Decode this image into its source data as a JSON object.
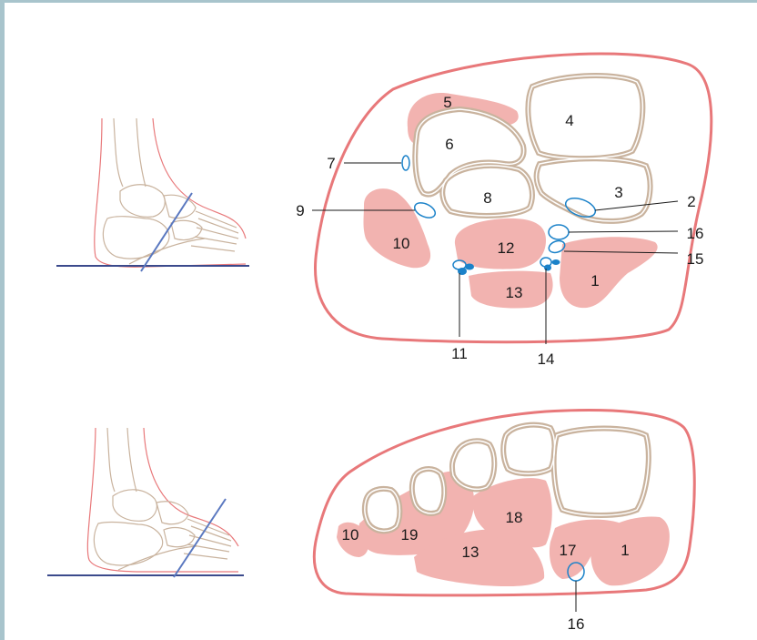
{
  "upper_section": {
    "labels": {
      "l1": "1",
      "l2": "2",
      "l3": "3",
      "l4": "4",
      "l5": "5",
      "l6": "6",
      "l7": "7",
      "l8": "8",
      "l9": "9",
      "l10": "10",
      "l11": "11",
      "l12": "12",
      "l13": "13",
      "l14": "14",
      "l15": "15",
      "l16": "16"
    }
  },
  "lower_section": {
    "labels": {
      "l1": "1",
      "l10": "10",
      "l13": "13",
      "l16": "16",
      "l17": "17",
      "l18": "18",
      "l19": "19"
    }
  },
  "colors": {
    "skin_outline": "#e8787a",
    "muscle_fill": "#f2b3b0",
    "bone_outline": "#c9b39e",
    "vessel": "#1b82c9",
    "ground_line": "#3b4a8c",
    "section_plane": "#5a78c0",
    "frame": "#a8c4cc"
  }
}
